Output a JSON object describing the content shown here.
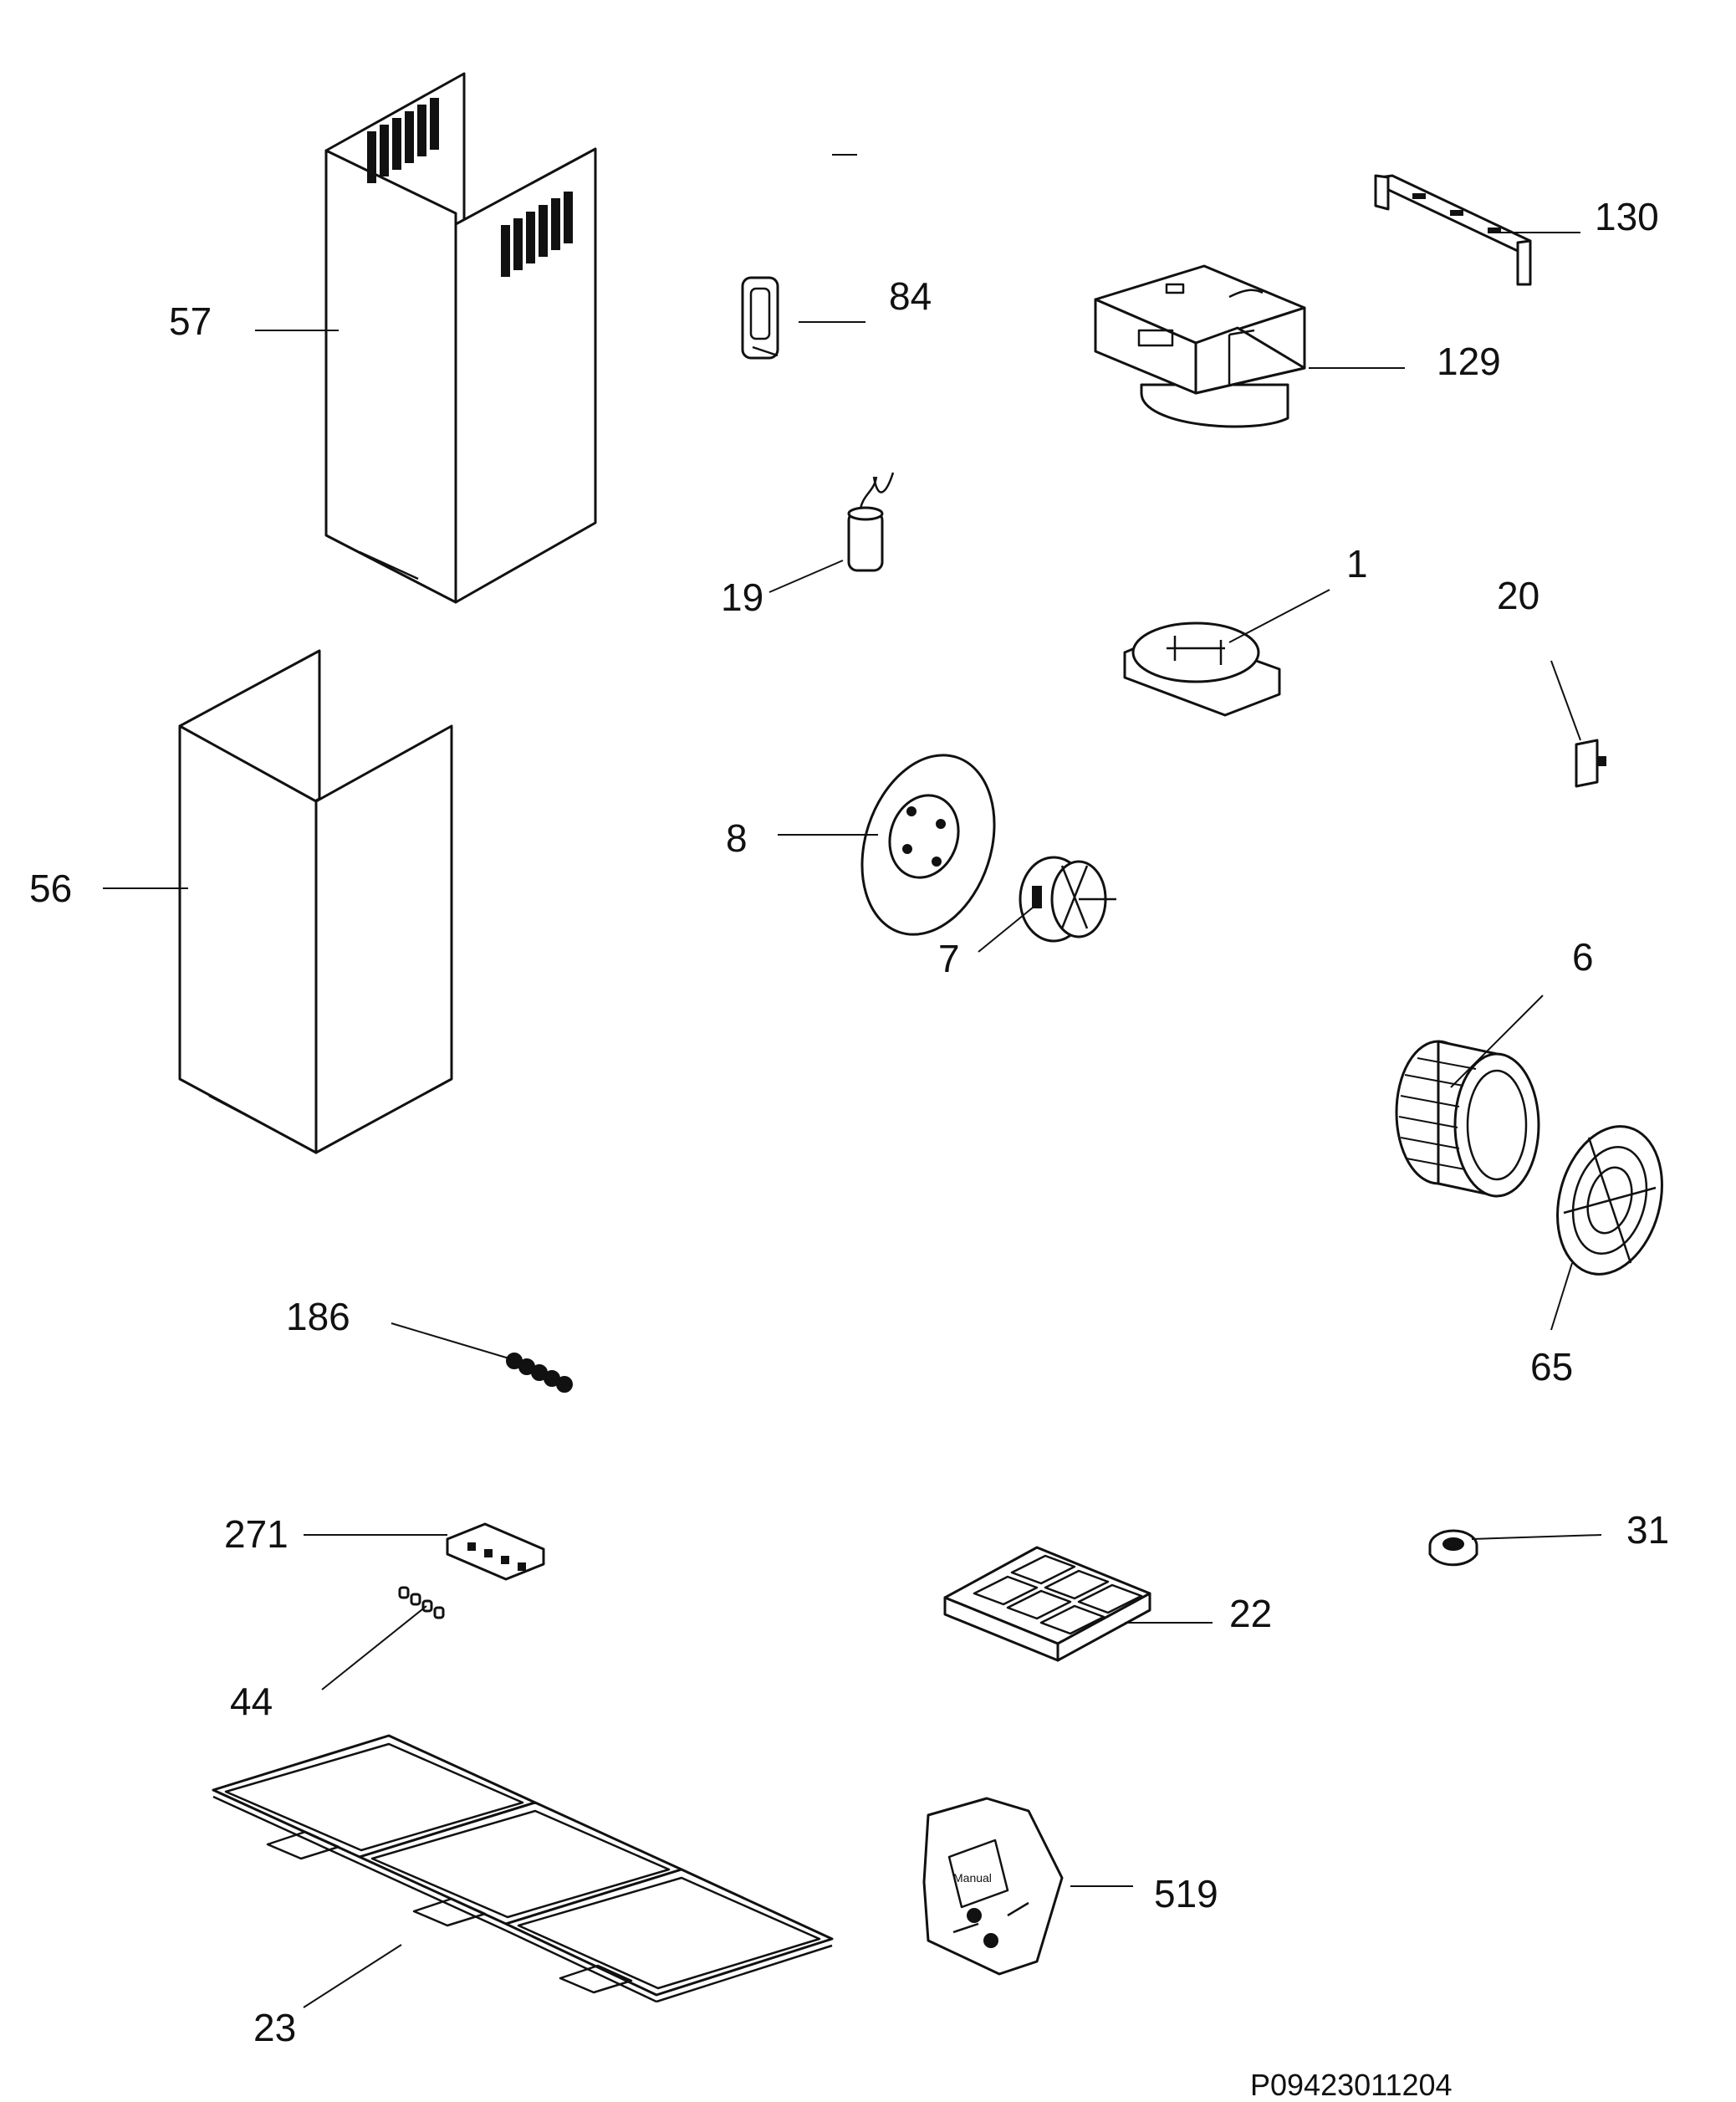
{
  "labels": {
    "l57": "57",
    "l56": "56",
    "l84": "84",
    "l19": "19",
    "l130": "130",
    "l129": "129",
    "l1": "1",
    "l20": "20",
    "l8": "8",
    "l7": "7",
    "l6": "6",
    "l65": "65",
    "l186": "186",
    "l271": "271",
    "l44": "44",
    "l23": "23",
    "l22": "22",
    "l31": "31",
    "l519": "519"
  },
  "manual_text": "Manual",
  "doc_code": "P09423011204"
}
